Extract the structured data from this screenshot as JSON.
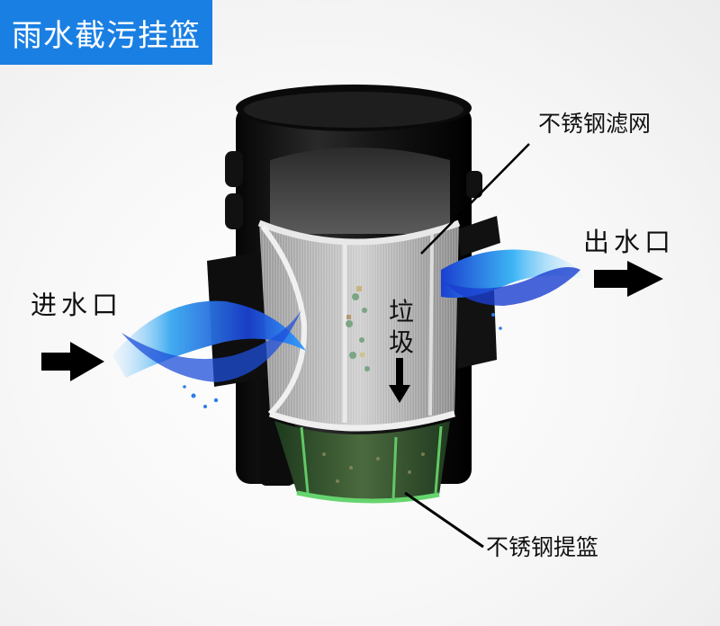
{
  "header": {
    "title": "雨水截污挂篮"
  },
  "labels": {
    "filter_mesh": "不锈钢滤网",
    "outlet": "出水口",
    "inlet": "进水口",
    "debris": "垃圾",
    "lifting_basket": "不锈钢提篮"
  },
  "arrows": {
    "inlet_direction": "right",
    "outlet_direction": "right",
    "debris_direction": "down"
  },
  "colors": {
    "banner": "#1a7fe3",
    "banner_text": "#ffffff",
    "label_text": "#111111",
    "water": "#1e63d6",
    "basket": "#5fcf6a",
    "housing": "#141414"
  }
}
